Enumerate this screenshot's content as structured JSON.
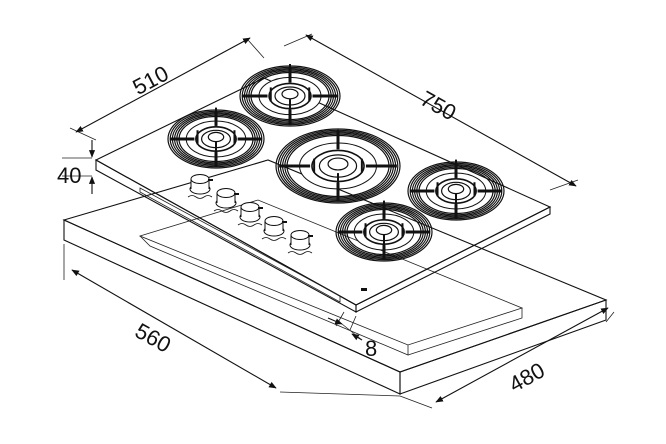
{
  "dimensions": {
    "hob_depth": "510",
    "hob_width": "750",
    "hob_height": "40",
    "cutout_width": "560",
    "cutout_depth": "480",
    "edge_offset": "8"
  },
  "burners": [
    {
      "name": "rear-left-burner"
    },
    {
      "name": "left-burner"
    },
    {
      "name": "center-wok-burner"
    },
    {
      "name": "right-burner"
    },
    {
      "name": "front-burner"
    }
  ],
  "knobs": [
    {
      "name": "knob-1"
    },
    {
      "name": "knob-2"
    },
    {
      "name": "knob-3"
    },
    {
      "name": "knob-4"
    },
    {
      "name": "knob-5"
    }
  ]
}
